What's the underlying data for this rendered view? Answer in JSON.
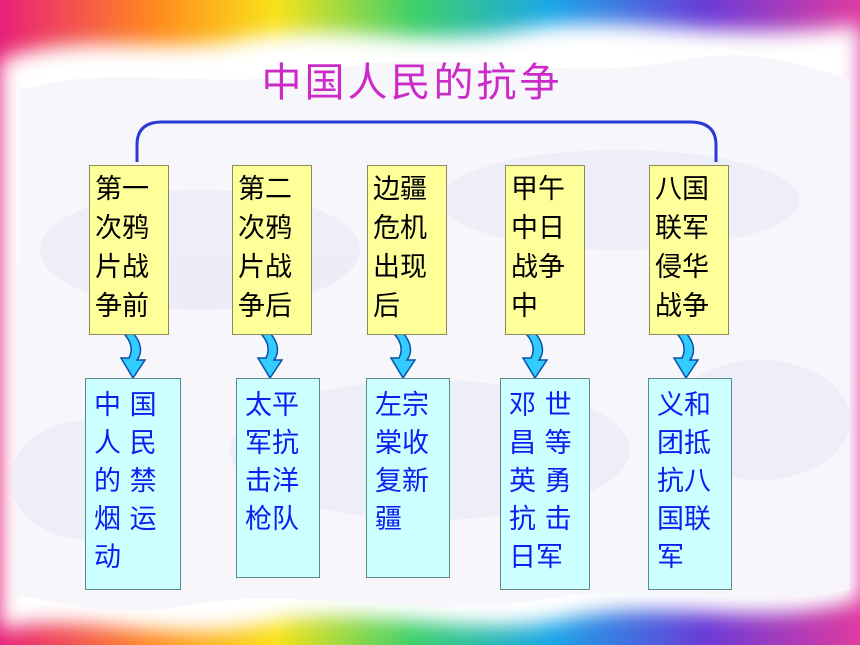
{
  "title": "中国人民的抗争",
  "columns": [
    {
      "cause": [
        "第一",
        "次鸦",
        "片战",
        "争前"
      ],
      "event": [
        "中 国",
        "人 民",
        "的 禁",
        "烟 运",
        "动"
      ]
    },
    {
      "cause": [
        "第二",
        "次鸦",
        "片战",
        "争后"
      ],
      "event": [
        "太平",
        "军抗",
        "击洋",
        "枪队"
      ]
    },
    {
      "cause": [
        "边疆",
        "危机",
        "出现",
        "后"
      ],
      "event": [
        "左宗",
        "棠收",
        "复新",
        "疆"
      ]
    },
    {
      "cause": [
        "甲午",
        "中日",
        "战争",
        "中"
      ],
      "event": [
        "邓 世",
        "昌 等",
        "英 勇",
        "抗 击",
        "日军"
      ]
    },
    {
      "cause": [
        "八国",
        "联军",
        "侵华",
        "战争"
      ],
      "event": [
        "义和",
        "团抵",
        "抗八",
        "国联",
        "军"
      ]
    }
  ],
  "colors": {
    "title": "#cc2ac8",
    "cause_box": "#ffff99",
    "event_box": "#ccffff",
    "event_text": "#0a1ff0",
    "arrow": "#33ccff",
    "bracket": "#2a3ad8"
  }
}
